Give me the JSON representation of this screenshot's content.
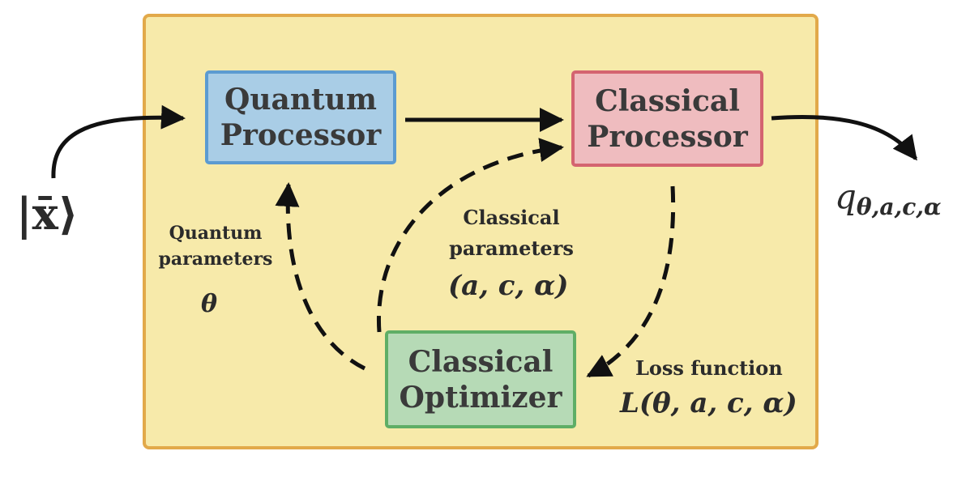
{
  "colors": {
    "panel_fill": "#f7eaaa",
    "panel_border": "#e2a94a",
    "quantum_fill": "#a9cde6",
    "quantum_border": "#5c9bd1",
    "classical_fill": "#efbcbf",
    "classical_border": "#d46470",
    "optimizer_fill": "#b6dab6",
    "optimizer_border": "#5fae66",
    "arrow": "#111111"
  },
  "input_state": "|x̄⟩",
  "output": {
    "symbol": "q",
    "subscript": "θ,a,c,α"
  },
  "boxes": {
    "quantum_processor": {
      "line1": "Quantum",
      "line2": "Processor"
    },
    "classical_processor": {
      "line1": "Classical",
      "line2": "Processor"
    },
    "classical_optimizer": {
      "line1": "Classical",
      "line2": "Optimizer"
    }
  },
  "labels": {
    "quantum_parameters": {
      "line1": "Quantum",
      "line2": "parameters",
      "symbol": "θ"
    },
    "classical_parameters": {
      "line1": "Classical",
      "line2": "parameters",
      "symbol": "(a, c, α)"
    },
    "loss_function": {
      "line1": "Loss function",
      "formula": "L(θ, a, c, α)"
    }
  }
}
